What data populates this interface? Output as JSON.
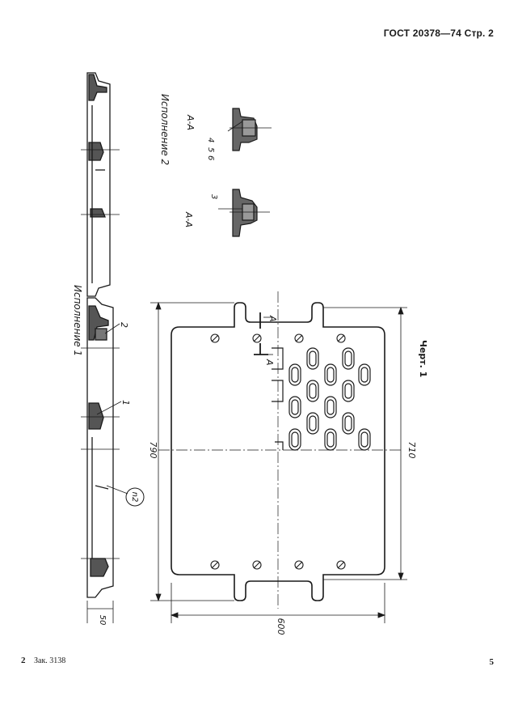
{
  "header": {
    "standard": "ГОСТ 20378—74",
    "page_label": "Стр. 2"
  },
  "labels": {
    "variant1": "Исполнение 1",
    "variant2": "Исполнение 2",
    "section_aa": "А-А",
    "section_a": "А",
    "figure": "Черт. 1"
  },
  "callouts": {
    "c1": "1",
    "c2": "2",
    "c3": "3",
    "c4": "4",
    "c5": "5",
    "c6": "6",
    "holes": "n2"
  },
  "dimensions": {
    "width": "790",
    "inner": "710",
    "height": "600",
    "thickness": "50"
  },
  "footer": {
    "page_left": "2",
    "order": "Зак. 3138",
    "page_right": "5"
  }
}
